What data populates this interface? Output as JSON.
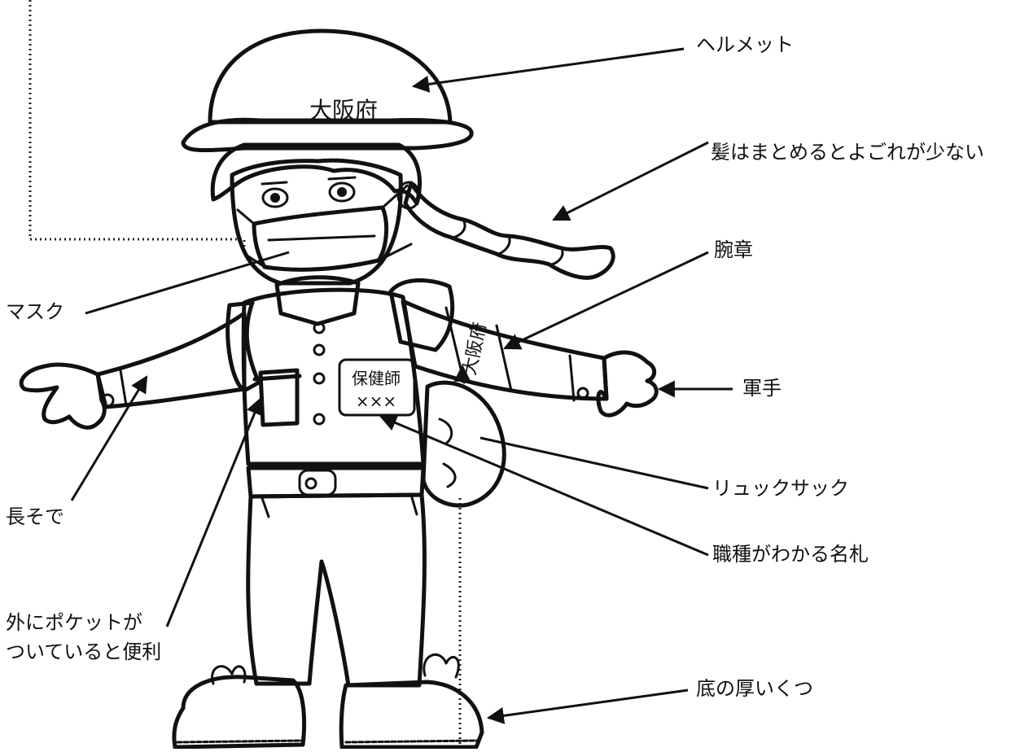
{
  "labels": {
    "helmet": "ヘルメット",
    "hair": "髪はまとめるとよごれが少ない",
    "armband": "腕章",
    "mask": "マスク",
    "gloves": "軍手",
    "long_sleeves": "長そで",
    "backpack": "リュックサック",
    "name_tag": "職種がわかる名札",
    "pocket_line1": "外にポケットが",
    "pocket_line2": "ついていると便利",
    "shoes": "底の厚いくつ"
  },
  "drawing_text": {
    "helmet_text": "大阪府",
    "armband_text": "大阪府",
    "name_tag_line1": "保健師",
    "name_tag_line2": "×××"
  },
  "colors": {
    "ink": "#111111",
    "hair_shade": "#8a8a8a",
    "bag_shade": "#9a9a9a",
    "background": "#ffffff"
  }
}
